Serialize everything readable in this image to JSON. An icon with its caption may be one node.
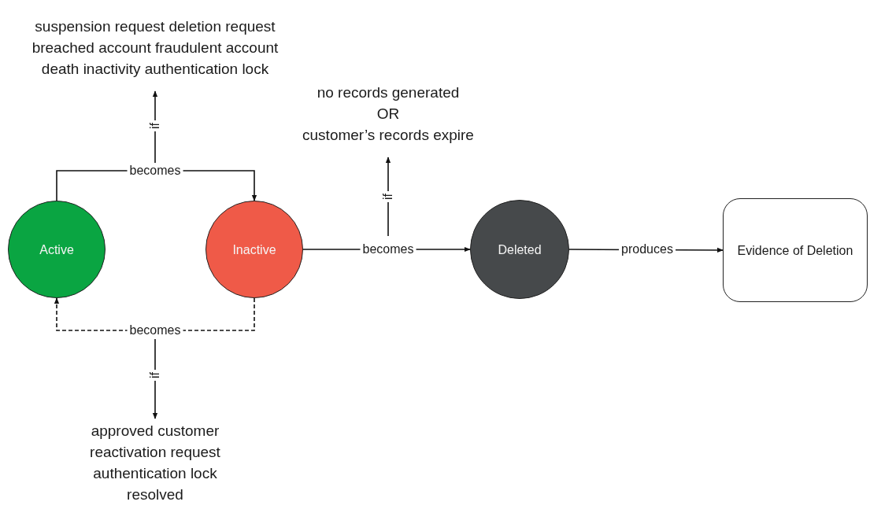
{
  "diagram": {
    "nodes": [
      {
        "text": [
          "Active"
        ]
      },
      {
        "text": [
          "Inactive"
        ]
      },
      {
        "text": [
          "Deleted"
        ]
      },
      {
        "text": [
          "Evidence of Deletion"
        ]
      },
      {
        "text": [
          "suspension request deletion request breached account fraudulent account death inactivity authentication lock"
        ]
      },
      {
        "text": [
          "no records generated",
          "OR",
          "customer’s records expire"
        ]
      },
      {
        "text": [
          "approved customer reactivation request authentication lock resolved"
        ]
      }
    ],
    "edges": [
      {
        "from": 0,
        "to": 1,
        "arrow": "to",
        "label": "becomes"
      },
      {
        "from": 1,
        "to": 0,
        "arrow": "to",
        "label": "becomes",
        "style": "dashed"
      },
      {
        "from": 1,
        "to": 2,
        "arrow": "to",
        "label": "becomes"
      },
      {
        "from": 2,
        "to": 3,
        "arrow": "to",
        "label": "produces"
      },
      {
        "from": null,
        "to": 4,
        "arrow": "to",
        "label": "if"
      },
      {
        "from": null,
        "to": 5,
        "arrow": "to",
        "label": "if"
      },
      {
        "from": null,
        "to": 6,
        "arrow": "to",
        "label": "if"
      }
    ]
  }
}
